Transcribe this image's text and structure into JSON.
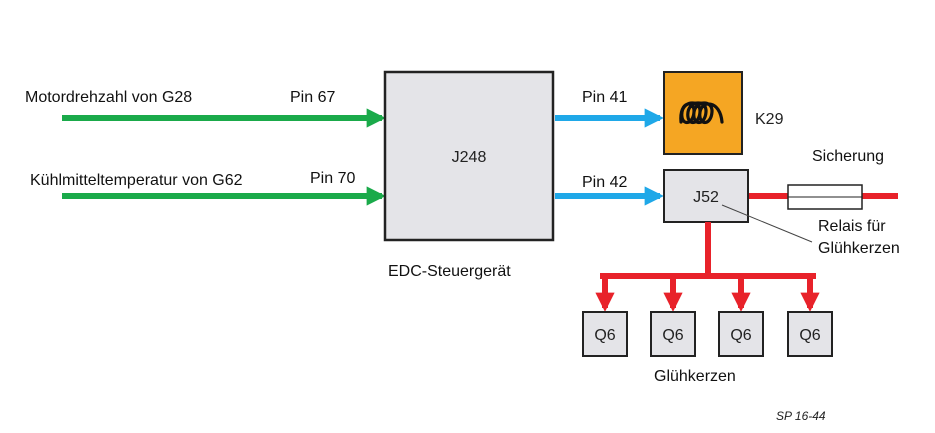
{
  "inputs": {
    "rpm_label": "Motordrehzahl von G28",
    "rpm_pin": "Pin 67",
    "coolant_label": "Kühlmitteltemperatur von G62",
    "coolant_pin": "Pin 70"
  },
  "control_unit": {
    "id": "J248",
    "caption": "EDC-Steuergerät"
  },
  "outputs": {
    "pin_top": "Pin 41",
    "pin_bottom": "Pin 42"
  },
  "warning_lamp": {
    "id": "K29"
  },
  "relay": {
    "id": "J52",
    "callout_line1": "Relais für",
    "callout_line2": "Glühkerzen"
  },
  "fuse": {
    "label": "Sicherung"
  },
  "glow_plugs": {
    "items": [
      "Q6",
      "Q6",
      "Q6",
      "Q6"
    ],
    "caption": "Glühkerzen"
  },
  "reference": "SP 16-44",
  "colors": {
    "input_arrow": "#1aaa4a",
    "output_arrow": "#1fa8e8",
    "power_line": "#e8222a",
    "box_fill": "#e4e4e8",
    "lamp_fill": "#f5a623"
  }
}
